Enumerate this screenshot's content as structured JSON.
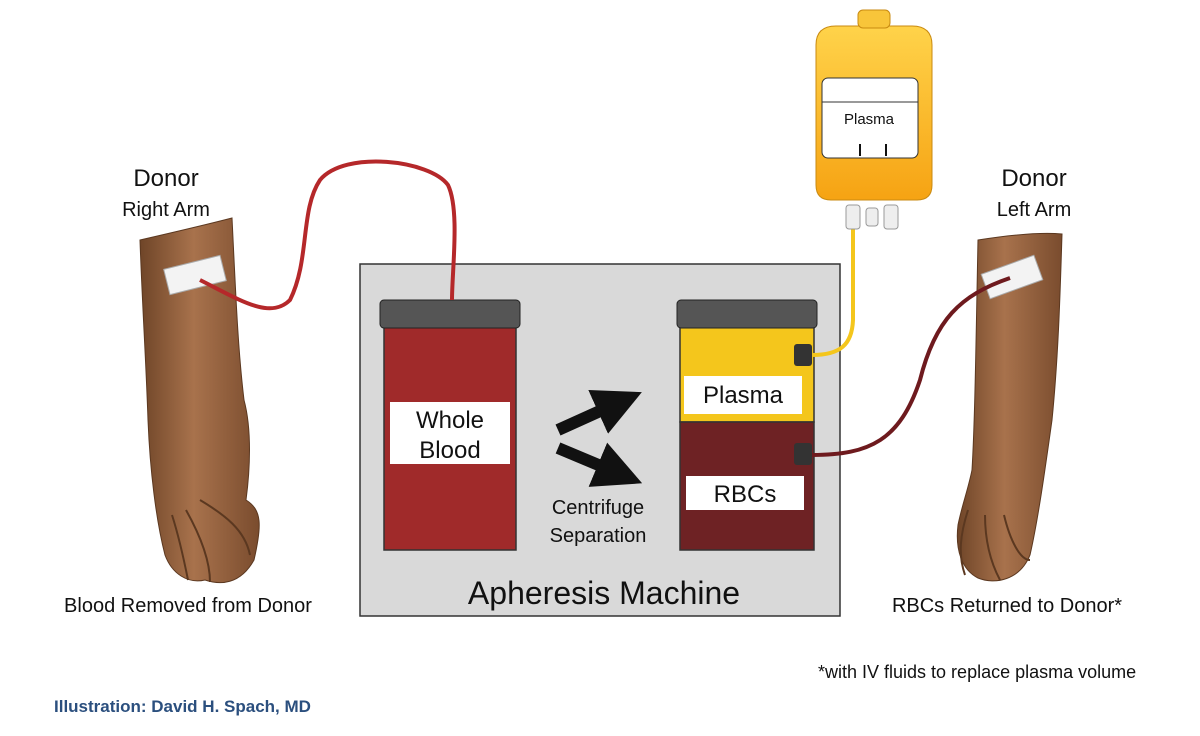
{
  "right_arm": {
    "title": "Donor",
    "subtitle": "Right Arm",
    "caption": "Blood Removed from Donor"
  },
  "left_arm": {
    "title": "Donor",
    "subtitle": "Left Arm",
    "caption": "RBCs Returned to Donor*"
  },
  "machine": {
    "label": "Apheresis Machine",
    "left_container": {
      "line1": "Whole",
      "line2": "Blood"
    },
    "process": {
      "line1": "Centrifuge",
      "line2": "Separation"
    },
    "right_container": {
      "top_label": "Plasma",
      "bottom_label": "RBCs"
    }
  },
  "plasma_bag": {
    "label": "Plasma"
  },
  "footnote": "*with IV fluids to replace plasma volume",
  "credit": "Illustration: David H. Spach, MD",
  "colors": {
    "whole_blood": "#a02a2a",
    "rbc": "#6e2224",
    "plasma": "#f4c61c",
    "machine_bg": "#d9d9d9",
    "lid": "#555555",
    "tube_red": "#b5282a",
    "tube_dark": "#6e1a1e",
    "skin": "#9c6a46",
    "credit": "#2b4f7e"
  }
}
